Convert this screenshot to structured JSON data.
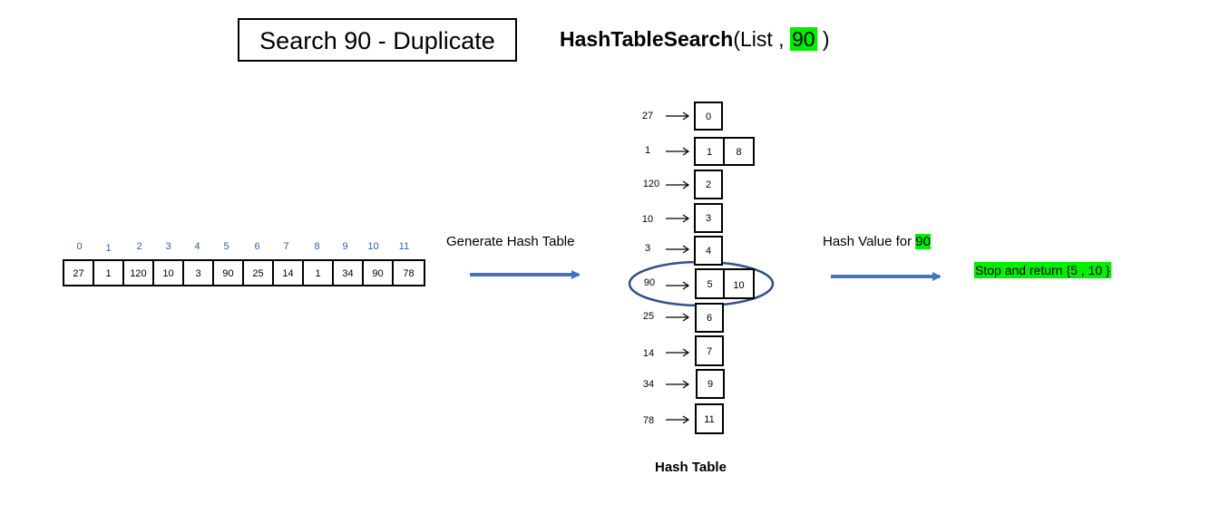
{
  "title": "Search 90  -  Duplicate",
  "function_call": {
    "name": "HashTableSearch",
    "args_prefix": "(List , ",
    "highlight_arg": "90",
    "close": " )"
  },
  "array": {
    "indices": [
      "0",
      "1",
      "2",
      "3",
      "4",
      "5",
      "6",
      "7",
      "8",
      "9",
      "10",
      "11"
    ],
    "values": [
      "27",
      "1",
      "120",
      "10",
      "3",
      "90",
      "25",
      "14",
      "1",
      "34",
      "90",
      "78"
    ]
  },
  "generate_label": "Generate Hash Table",
  "hash_table": {
    "caption": "Hash Table",
    "rows": [
      {
        "key": "27",
        "slots": [
          "0"
        ]
      },
      {
        "key": "1",
        "slots": [
          "1",
          "8"
        ]
      },
      {
        "key": "120",
        "slots": [
          "2"
        ]
      },
      {
        "key": "10",
        "slots": [
          "3"
        ]
      },
      {
        "key": "3",
        "slots": [
          "4"
        ]
      },
      {
        "key": "90",
        "slots": [
          "5",
          "10"
        ]
      },
      {
        "key": "25",
        "slots": [
          "6"
        ]
      },
      {
        "key": "14",
        "slots": [
          "7"
        ]
      },
      {
        "key": "34",
        "slots": [
          "9"
        ]
      },
      {
        "key": "78",
        "slots": [
          "11"
        ]
      }
    ]
  },
  "hash_value_label": "Hash Value for ",
  "hash_value_highlight": "90",
  "result": "Stop and return {5 , 10 }",
  "colors": {
    "highlight": "#00ee00",
    "arrow": "#4472c4",
    "ellipse": "#2f4f8f",
    "index_text": "#2f5db8"
  }
}
